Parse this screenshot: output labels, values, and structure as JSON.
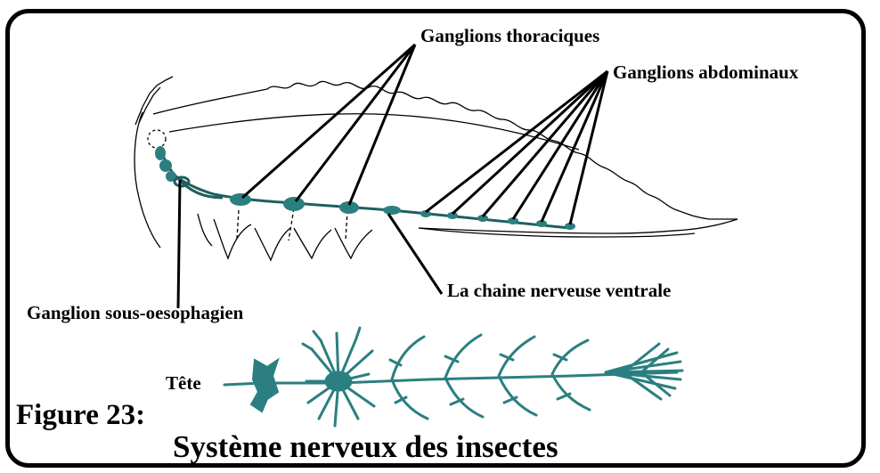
{
  "labels": {
    "ganglions_thoraciques": "Ganglions thoraciques",
    "ganglions_abdominaux": "Ganglions abdominaux",
    "chaine_nerveuse": "La chaine nerveuse ventrale",
    "ganglion_sous_oesophagien": "Ganglion sous-oesophagien",
    "tete": "Tête"
  },
  "figure": {
    "number": "Figure 23:",
    "title": "Système nerveux des insectes"
  },
  "colors": {
    "nerve": "#2b7f80",
    "nerve_dark": "#1f5f60",
    "outline": "#000000"
  }
}
